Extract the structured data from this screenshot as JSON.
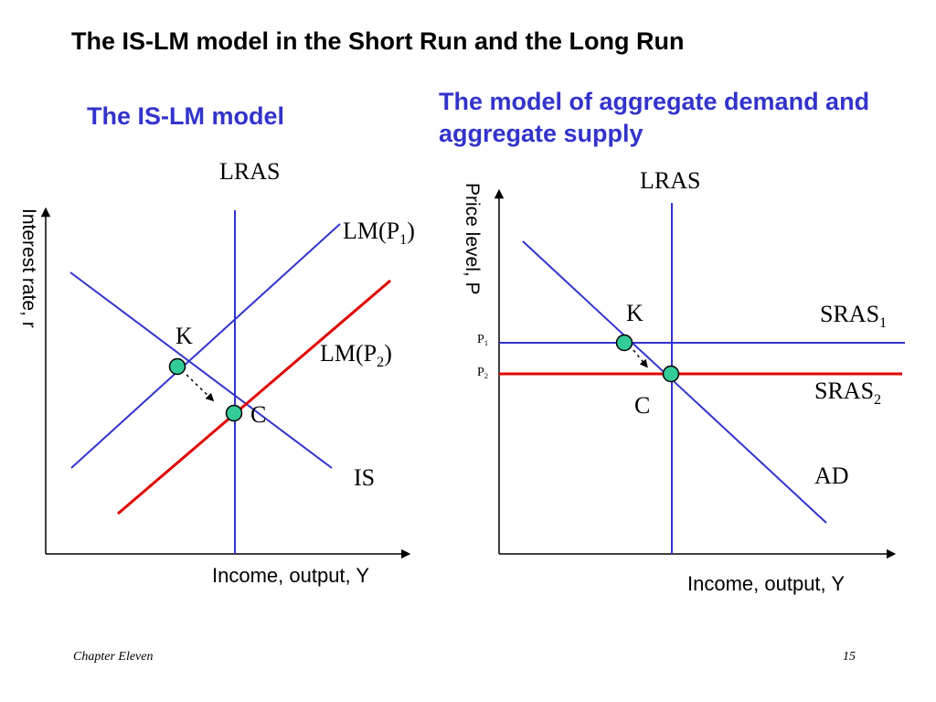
{
  "slide": {
    "title": "The IS-LM model in the Short Run and the Long Run",
    "footer_left": "Chapter Eleven",
    "page_number": "15"
  },
  "left_panel": {
    "heading": "The IS-LM model",
    "y_axis_label": "Interest rate, r",
    "x_axis_label": "Income, output, Y",
    "lras_label": "LRAS",
    "lm1_label": "LM(P",
    "lm1_sub": "1",
    "lm1_close": ")",
    "lm2_label": "LM(P",
    "lm2_sub": "2",
    "lm2_close": ")",
    "is_label": "IS",
    "point_k": "K",
    "point_c": "C"
  },
  "right_panel": {
    "heading": "The model of aggregate demand and aggregate supply",
    "y_axis_label": "Price level, P",
    "x_axis_label": "Income, output, Y",
    "lras_label": "LRAS",
    "sras1_label": "SRAS",
    "sras1_sub": "1",
    "sras2_label": "SRAS",
    "sras2_sub": "2",
    "ad_label": "AD",
    "p1_label": "P",
    "p1_sub": "1",
    "p2_label": "P",
    "p2_sub": "2",
    "point_k": "K",
    "point_c": "C"
  },
  "colors": {
    "blue_line": "#3333cc",
    "red_line": "#e00000",
    "point_fill": "#33cc99",
    "heading_blue": "#3333cc"
  }
}
